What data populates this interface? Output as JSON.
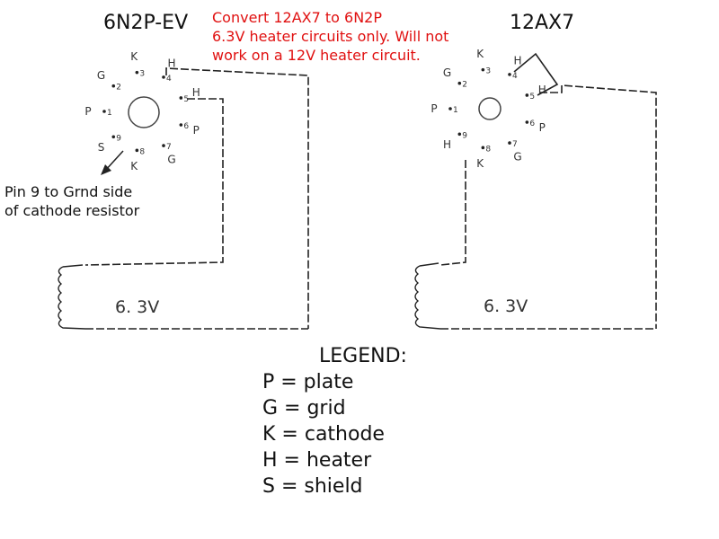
{
  "left_tube": {
    "title": "6N2P-EV",
    "pins": [
      {
        "num": "1",
        "label": "P"
      },
      {
        "num": "2",
        "label": "G"
      },
      {
        "num": "3",
        "label": "K"
      },
      {
        "num": "4",
        "label": "H"
      },
      {
        "num": "5",
        "label": "H"
      },
      {
        "num": "6",
        "label": "P"
      },
      {
        "num": "7",
        "label": "G"
      },
      {
        "num": "8",
        "label": "K"
      },
      {
        "num": "9",
        "label": "S"
      }
    ],
    "voltage": "6. 3V"
  },
  "right_tube": {
    "title": "12AX7",
    "pins": [
      {
        "num": "1",
        "label": "P"
      },
      {
        "num": "2",
        "label": "G"
      },
      {
        "num": "3",
        "label": "K"
      },
      {
        "num": "4",
        "label": "H"
      },
      {
        "num": "5",
        "label": "H"
      },
      {
        "num": "6",
        "label": "P"
      },
      {
        "num": "7",
        "label": "G"
      },
      {
        "num": "8",
        "label": "K"
      },
      {
        "num": "9",
        "label": "H"
      }
    ],
    "voltage": "6. 3V"
  },
  "note": {
    "line1": "Convert 12AX7 to 6N2P",
    "line2": "6.3V heater circuits only. Will not",
    "line3": "work on a 12V heater circuit."
  },
  "pin9_note": {
    "line1": "Pin 9 to Grnd side",
    "line2": "of cathode resistor"
  },
  "legend": {
    "heading": "LEGEND:",
    "items": [
      "P = plate",
      "G = grid",
      "K = cathode",
      "H = heater",
      "S = shield"
    ]
  }
}
